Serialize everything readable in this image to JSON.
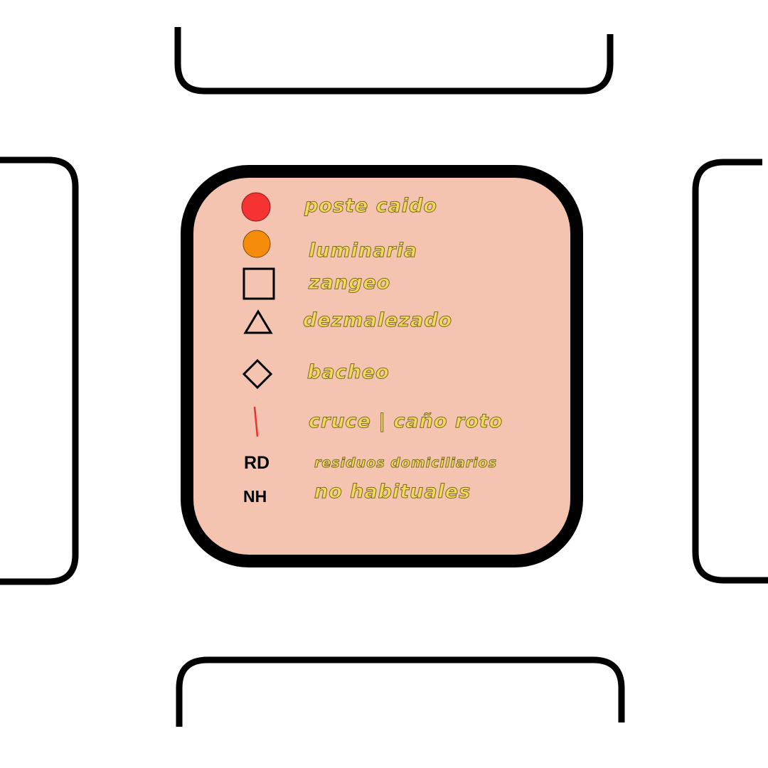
{
  "map": {
    "block_outline_color": "#000000",
    "background_color": "#ffffff"
  },
  "legend": {
    "box_fill": "#f5c4b0",
    "box_border": "#000000",
    "label_color": "#f3d85a",
    "items": [
      {
        "symbol": "red-circle",
        "color": "#f53333",
        "label": "poste caido"
      },
      {
        "symbol": "orange-circle",
        "color": "#f58c0a",
        "label": "luminaria"
      },
      {
        "symbol": "square-outline",
        "color": "#000000",
        "label": "zangeo"
      },
      {
        "symbol": "triangle-outline",
        "color": "#000000",
        "label": "dezmalezado"
      },
      {
        "symbol": "diamond-outline",
        "color": "#000000",
        "label": "bacheo"
      },
      {
        "symbol": "red-line",
        "color": "#f03030",
        "label": "cruce | caño roto"
      },
      {
        "symbol": "text-code",
        "code": "RD",
        "label": "residuos domiciliarios"
      },
      {
        "symbol": "text-code",
        "code": "NH",
        "label": "no habituales"
      }
    ]
  }
}
